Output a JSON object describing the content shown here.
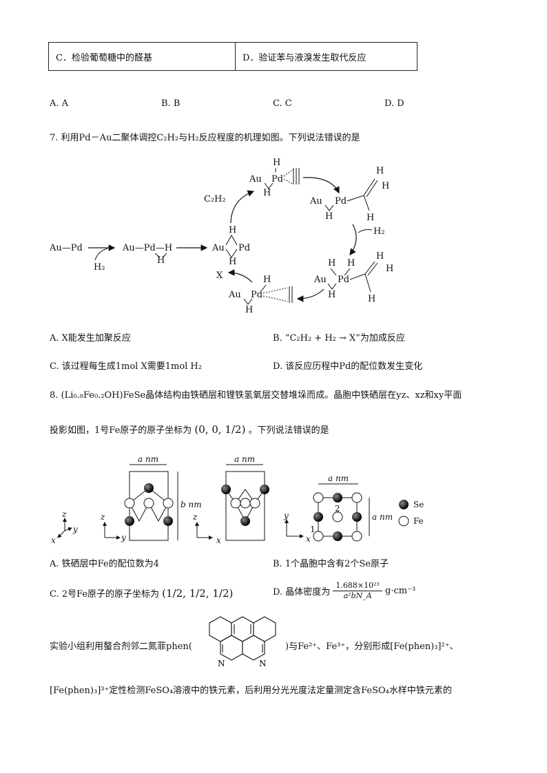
{
  "table": {
    "c": "C．检验葡萄糖中的醛基",
    "d": "D．验证苯与液溴发生取代反应"
  },
  "q6_choices": [
    "A. A",
    "B. B",
    "C. C",
    "D. D"
  ],
  "q7": {
    "stem": "7. 利用Pd－Au二聚体调控C₂H₂与H₂反应程度的机理如图。下列说法错误的是",
    "diagram": {
      "au_pd": "Au—Pd",
      "au_pd_h": "Au—Pd—H",
      "h2": "H₂",
      "c2h2": "C₂H₂",
      "x": "X",
      "au": "Au",
      "pd": "Pd",
      "h": "H"
    },
    "A": "A. X能发生加聚反应",
    "B": "B. “C₂H₂ + H₂ → X”为加成反应",
    "C": "C. 该过程每生成1mol X需要1mol H₂",
    "D": "D. 该反应历程中Pd的配位数发生变化"
  },
  "q8": {
    "stem1": "8. (Li₀.₈Fe₀.₂OH)FeSe晶体结构由铁硒层和锂铁氢氧层交替堆垛而成。晶胞中铁硒层在yz、xz和xy平面",
    "stem2_a": "投影如图，1号Fe原子的原子坐标为",
    "coord": "(0, 0, 1/2)",
    "stem2_b": "。下列说法错误的是",
    "figure": {
      "a_nm": "a nm",
      "b_nm": "b nm",
      "legend_se": "Se",
      "legend_fe": "Fe",
      "label1": "1",
      "label2": "2",
      "x": "x",
      "y": "y",
      "z": "z"
    },
    "A": "A. 铁硒层中Fe的配位数为4",
    "B": "B. 1个晶胞中含有2个Se原子",
    "C": "C. 2号Fe原子的原子坐标为",
    "C_coord": "(1/2, 1/2, 1/2)",
    "D": "D. 晶体密度为",
    "D_formula_num": "1.688×10²³",
    "D_formula_den": "a²bN_A",
    "D_unit": "g·cm⁻³"
  },
  "passage": {
    "line1_a": "实验小组利用螯合剂邻二氮菲phen(",
    "line1_b": ")与Fe²⁺、Fe³⁺，分别形成[Fe(phen)₃]²⁺、",
    "line2": "[Fe(phen)₃]³⁺定性检测FeSO₄溶液中的铁元素，后利用分光光度法定量测定含FeSO₄水样中铁元素的",
    "N": "N"
  }
}
